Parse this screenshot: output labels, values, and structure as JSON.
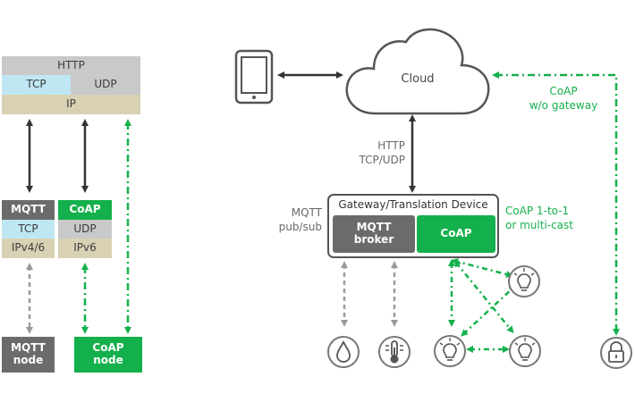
{
  "left_stack": {
    "http": "HTTP",
    "tcp": "TCP",
    "udp": "UDP",
    "ip": "IP"
  },
  "mqtt_stack": {
    "mqtt": "MQTT",
    "tcp": "TCP",
    "ip": "IPv4/6"
  },
  "coap_stack": {
    "coap": "CoAP",
    "udp": "UDP",
    "ip": "IPv6"
  },
  "nodes": {
    "mqtt_node": "MQTT\nnode",
    "coap_node": "CoAP\nnode"
  },
  "cloud": {
    "label": "Cloud"
  },
  "cloud_link": {
    "line1": "HTTP",
    "line2": "TCP/UDP"
  },
  "coap_direct": {
    "line1": "CoAP",
    "line2": "w/o gateway"
  },
  "gateway": {
    "title": "Gateway/Translation Device",
    "mqtt_broker": "MQTT\nbroker",
    "coap": "CoAP"
  },
  "mqtt_pubsub": {
    "line1": "MQTT",
    "line2": "pub/sub"
  },
  "coap_multicast": {
    "line1": "CoAP 1-to-1",
    "line2": "or multi-cast"
  },
  "icons": [
    "tablet-icon",
    "water-drop-icon",
    "thermometer-icon",
    "light-bulb-icon",
    "lock-icon"
  ],
  "colors": {
    "green": "#14b04c",
    "dark_gray": "#6b6b6b",
    "light_gray": "#c9c9c9",
    "blue": "#bfe7f3",
    "tan": "#d9d1b3"
  }
}
